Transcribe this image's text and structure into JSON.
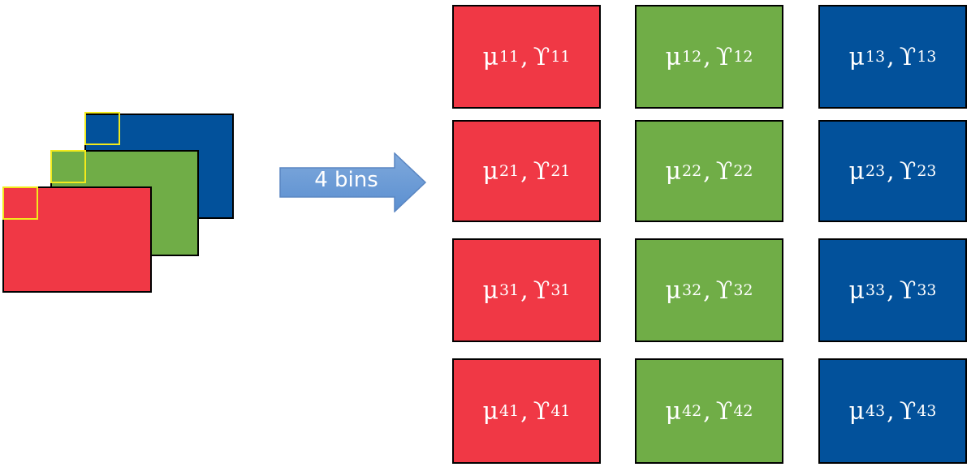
{
  "colors": {
    "red": "#f03845",
    "green": "#70ad47",
    "blue": "#02519b",
    "highlight": "#f2ea1c"
  },
  "arrow": {
    "label": "4 bins"
  },
  "symbols": {
    "mu": "μ",
    "gamma": "ϒ",
    "comma": ","
  },
  "grid": [
    [
      "11",
      "12",
      "13"
    ],
    [
      "21",
      "22",
      "23"
    ],
    [
      "31",
      "32",
      "33"
    ],
    [
      "41",
      "42",
      "43"
    ]
  ]
}
